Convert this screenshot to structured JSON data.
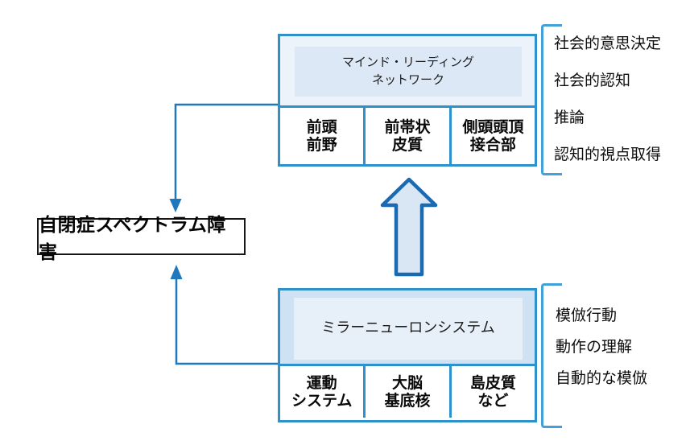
{
  "diagram": {
    "disorder_label": "自閉症スペクトラム障害",
    "top_group": {
      "header_line1": "マインド・リーディング",
      "header_line2": "ネットワーク",
      "cells": [
        {
          "line1": "前頭",
          "line2": "前野"
        },
        {
          "line1": "前帯状",
          "line2": "皮質"
        },
        {
          "line1": "側頭頭頂",
          "line2": "接合部"
        }
      ],
      "functions": [
        "社会的意思決定",
        "社会的認知",
        "推論",
        "認知的視点取得"
      ]
    },
    "bottom_group": {
      "header_line1": "ミラーニューロンシステム",
      "cells": [
        {
          "line1": "運動",
          "line2": "システム"
        },
        {
          "line1": "大脳",
          "line2": "基底核"
        },
        {
          "line1": "島皮質",
          "line2": "など"
        }
      ],
      "functions": [
        "模倣行動",
        "動作の理解",
        "自動的な模倣"
      ]
    },
    "colors": {
      "box_border": "#2e91cb",
      "bracket": "#44a0d8",
      "connector": "#1f78bb",
      "block_arrow_outline": "#1a6ab3",
      "block_arrow_fill": "#d9e6f4",
      "top_header_bg": "#ecf3fb",
      "top_header_panel": "#dce8f5",
      "bottom_header_bg": "#cfe2f3",
      "bottom_header_panel": "#e7f0f9",
      "disorder_border": "#161616"
    }
  }
}
